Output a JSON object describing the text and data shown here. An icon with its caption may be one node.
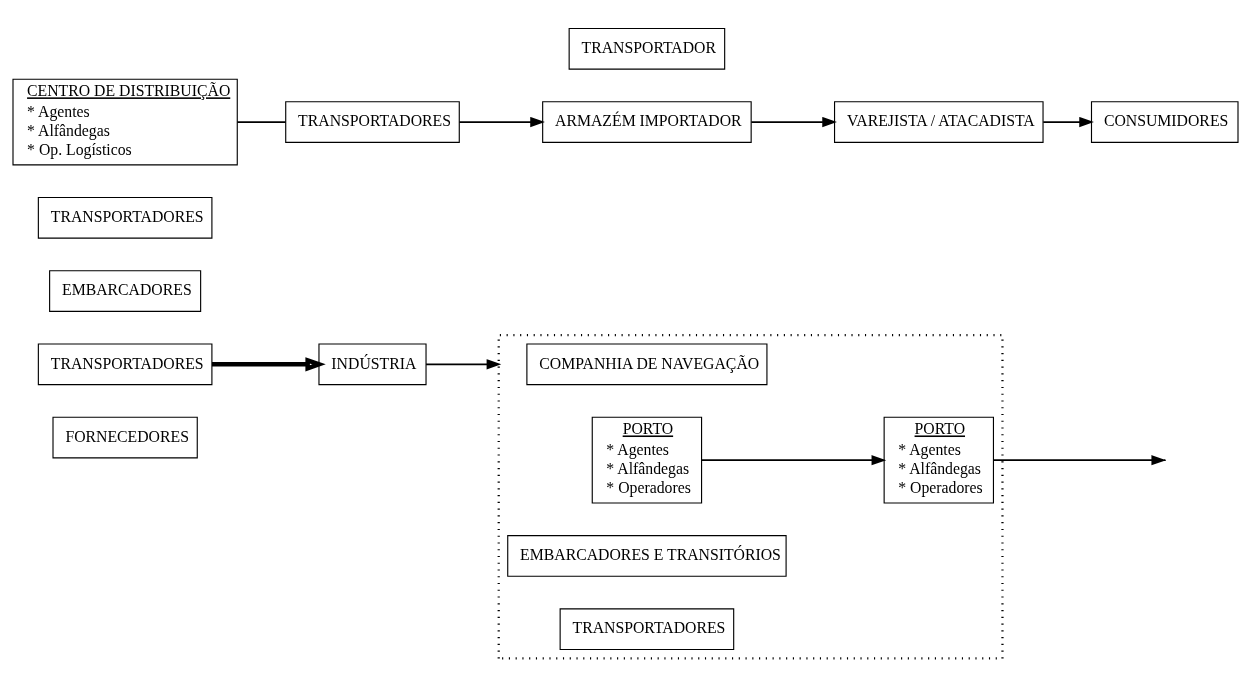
{
  "diagram": {
    "nodes": [
      {
        "text": [
          "FORNECEDORES"
        ]
      },
      {
        "text": [
          "TRANSPORTADORES"
        ]
      },
      {
        "text": [
          "INDÚSTRIA"
        ]
      },
      {
        "text": [
          "EMBARCADORES"
        ]
      },
      {
        "text": [
          "TRANSPORTADORES"
        ]
      },
      {
        "text": [],
        "shape": "box"
      },
      {
        "text": [
          "COMPANHIA DE NAVEGAÇÃO"
        ],
        "in": 5
      },
      {
        "text": [
          "PORTO",
          "* Agentes",
          "* Alfândegas",
          "* Operadores"
        ],
        "in": 5
      },
      {
        "text": [
          "PORTO",
          "* Agentes",
          "* Alfândegas",
          "* Operadores"
        ],
        "in": 5
      },
      {
        "text": [
          "EMBARCADORES E TRANSITÓRIOS"
        ],
        "in": 5
      },
      {
        "text": [
          "TRANSPORTADORES"
        ],
        "in": 5
      },
      {
        "text": [
          "CENTRO DE DISTRIBUIÇÃO",
          "* Agentes",
          "* Alfândegas",
          "* Op. Logísticos"
        ]
      },
      {
        "text": [
          "TRANSPORTADORES"
        ]
      },
      {
        "text": [
          "ARMAZÉM IMPORTADOR"
        ]
      },
      {
        "text": [
          "TRANSPORTADOR"
        ]
      },
      {
        "text": [
          "VAREJISTA / ATACADISTA"
        ]
      },
      {
        "text": [
          "CONSUMIDORES"
        ]
      }
    ],
    "edges": [
      {
        "from": 1,
        "to": 2,
        "arrow": "to",
        "style": "thick"
      },
      {
        "from": 2,
        "to": 5,
        "arrow": "to"
      },
      {
        "from": 7,
        "to": 8,
        "arrow": "to"
      },
      {
        "from": 8,
        "to": null,
        "arrow": "to"
      },
      {
        "from": 11,
        "to": 12,
        "arrow": "none"
      },
      {
        "from": 12,
        "to": 13,
        "arrow": "to"
      },
      {
        "from": 13,
        "to": 15,
        "arrow": "to"
      },
      {
        "from": 15,
        "to": 16,
        "arrow": "to"
      }
    ]
  }
}
